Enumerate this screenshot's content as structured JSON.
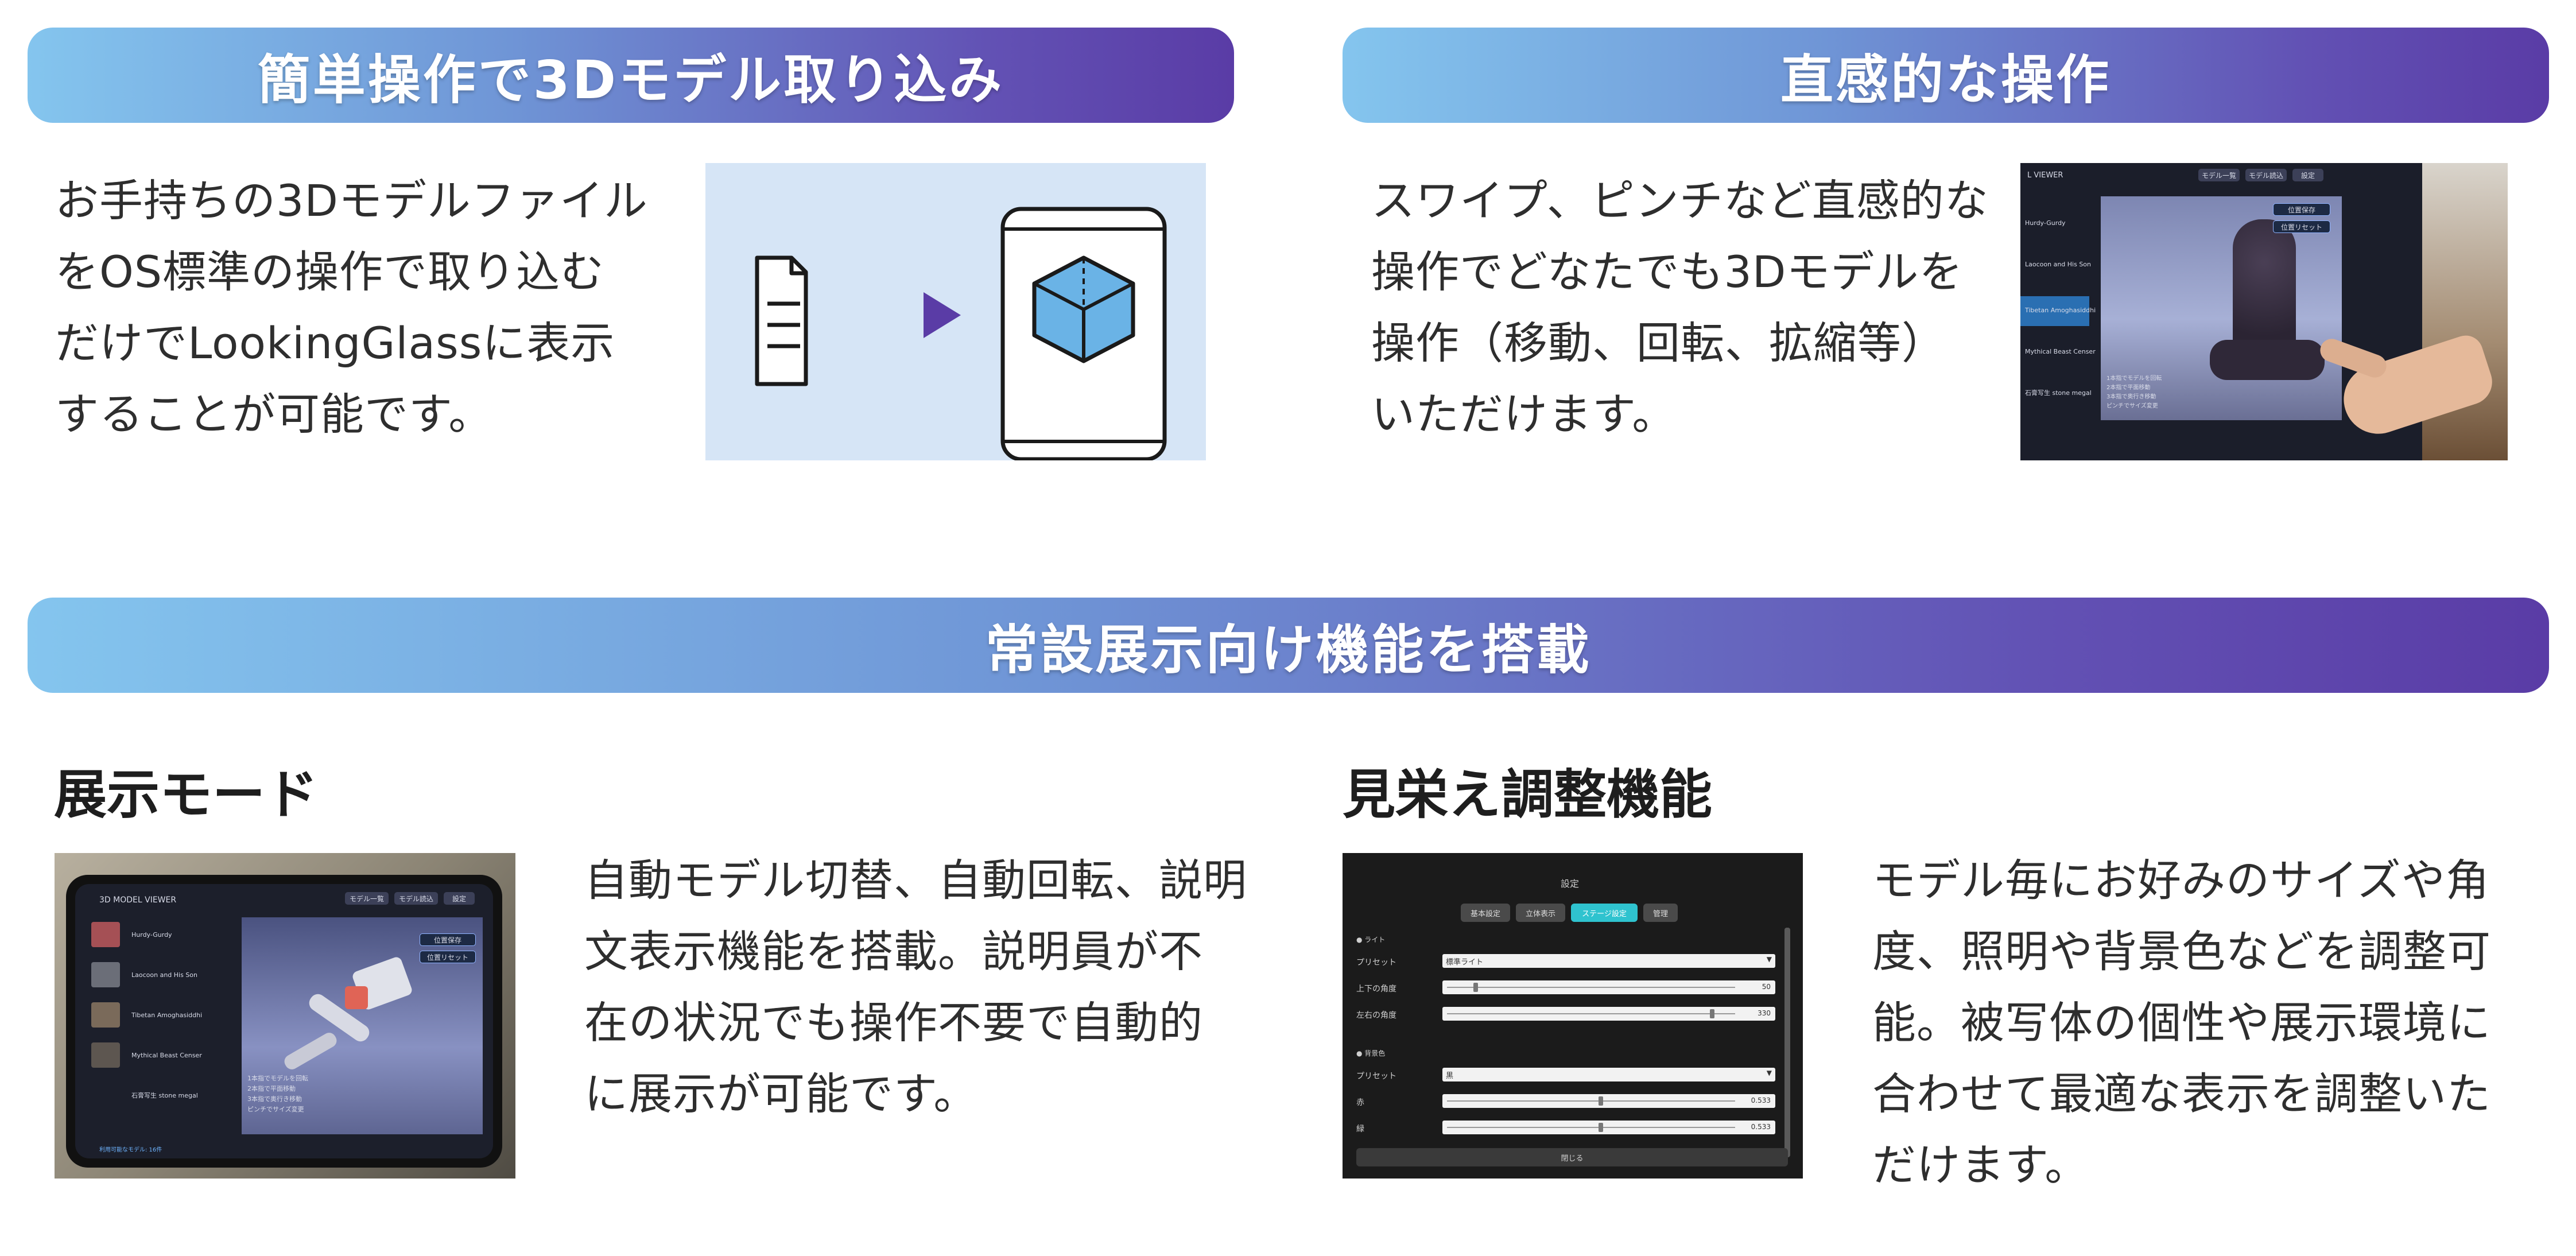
{
  "banners": {
    "import": "簡単操作で3Dモデル取り込み",
    "intuitive": "直感的な操作",
    "exhibition": "常設展示向け機能を搭載"
  },
  "sections": {
    "import_text": "お手持ちの3Dモデルファイル\nをOS標準の操作で取り込む\nだけでLookingGlassに表示\nすることが可能です。",
    "intuitive_text": "スワイプ、ピンチなど直感的な\n操作でどなたでも3Dモデルを\n操作（移動、回転、拡縮等）\nいただけます。",
    "display_mode": {
      "heading": "展示モード",
      "text": "自動モデル切替、自動回転、説明\n文表示機能を搭載。説明員が不\n在の状況でも操作不要で自動的\nに展示が可能です。"
    },
    "appearance": {
      "heading": "見栄え調整機能",
      "text": "モデル毎にお好みのサイズや角\n度、照明や背景色などを調整可\n能。被写体の個性や展示環境に\n合わせて最適な表示を調整いた\nだけます。"
    }
  },
  "illustration": {
    "icons": [
      "document-icon",
      "play-arrow-icon",
      "tablet-cube-icon"
    ],
    "colors": {
      "background": "#d6e5f6",
      "cube": "#6ab3e6",
      "arrow": "#5a3ca6"
    }
  },
  "photo_intuitive": {
    "app_title": "L VIEWER",
    "top_buttons": [
      "モデル一覧",
      "モデル読込",
      "設定"
    ],
    "list": [
      "Hurdy-Gurdy",
      "Laocoon and His Son",
      "Tibetan Amoghasiddhi",
      "Mythical Beast Censer",
      "石膏写生 stone megal"
    ],
    "side_buttons": [
      "位置保存",
      "位置リセット"
    ],
    "help_lines": [
      "1本指でモデルを回転",
      "2本指で平面移動",
      "3本指で奥行き移動",
      "ピンチでサイズ変更"
    ]
  },
  "photo_display": {
    "app_title": "3D MODEL VIEWER",
    "top_buttons": [
      "モデル一覧",
      "モデル読込",
      "設定"
    ],
    "list": [
      "Hurdy-Gurdy",
      "Laocoon and His Son",
      "Tibetan Amoghasiddhi",
      "Mythical Beast Censer",
      "石膏写生 stone megal"
    ],
    "side_buttons": [
      "位置保存",
      "位置リセット"
    ],
    "help_lines": [
      "1本指でモデルを回転",
      "2本指で平面移動",
      "3本指で奥行き移動",
      "ピンチでサイズ変更"
    ],
    "footer": "利用可能なモデル: 16件"
  },
  "settings": {
    "title": "設定",
    "tabs": [
      "基本設定",
      "立体表示",
      "ステージ設定",
      "管理"
    ],
    "active_tab": "ステージ設定",
    "light_section": "● ライト",
    "light_preset_label": "プリセット",
    "light_preset_value": "標準ライト",
    "vertical_angle_label": "上下の角度",
    "vertical_angle_value": "50",
    "vertical_angle_level": 0.1,
    "horizontal_angle_label": "左右の角度",
    "horizontal_angle_value": "330",
    "horizontal_angle_level": 0.92,
    "bg_section": "● 背景色",
    "bg_preset_label": "プリセット",
    "bg_preset_value": "黒",
    "red_label": "赤",
    "red_value": "0.533",
    "red_level": 0.533,
    "green_label": "緑",
    "green_value": "0.533",
    "green_level": 0.533,
    "close_label": "閉じる"
  }
}
